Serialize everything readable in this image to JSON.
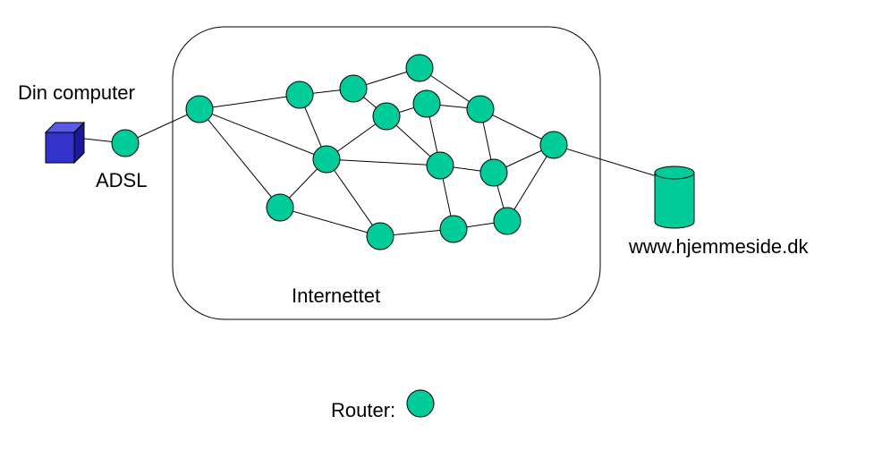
{
  "labels": {
    "computer": "Din computer",
    "adsl": "ADSL",
    "internet": "Internettet",
    "server": "www.hjemmeside.dk",
    "legend": "Router:"
  },
  "colors": {
    "router_fill": "#00cc99",
    "server_fill": "#00cc99",
    "computer_front": "#3333cc",
    "computer_top": "#5a5ae6",
    "computer_side": "#1a1a99",
    "line": "#000000"
  },
  "icons": {
    "computer": "cube-computer-icon",
    "server": "cylinder-server-icon",
    "router": "router-node-icon"
  }
}
